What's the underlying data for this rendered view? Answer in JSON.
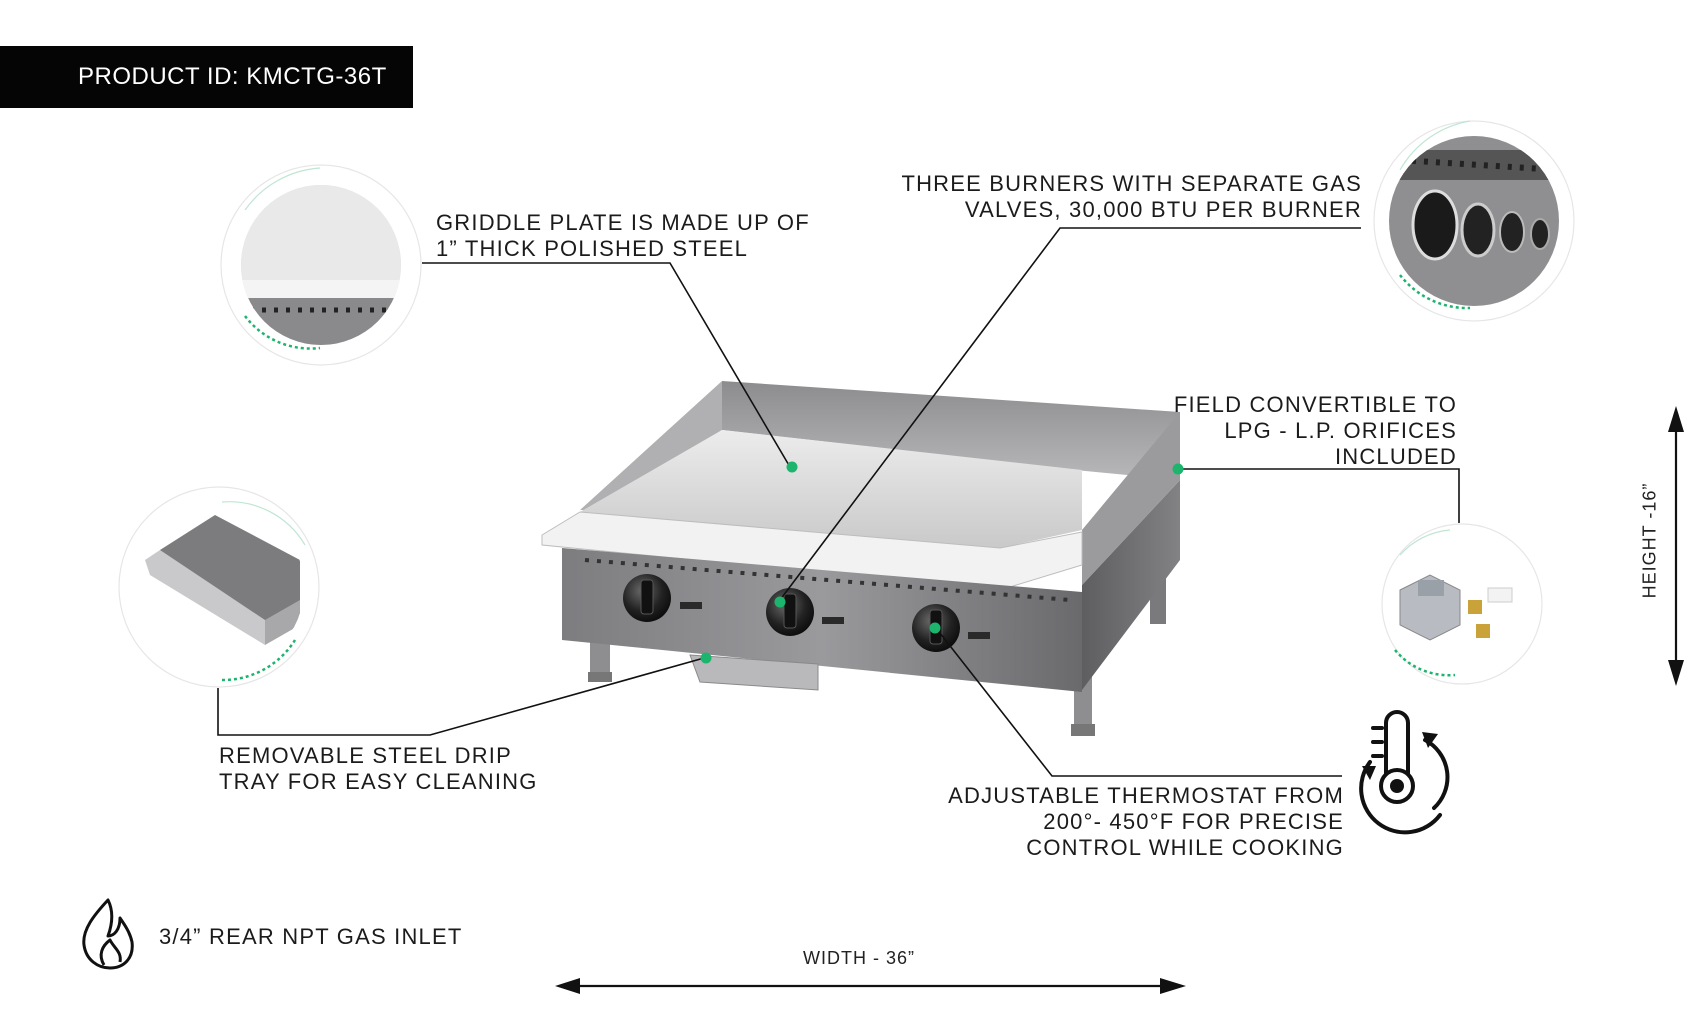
{
  "product_id": "PRODUCT ID: KMCTG-36T",
  "callouts": {
    "griddle_plate": [
      "GRIDDLE PLATE IS MADE UP OF",
      "1” THICK POLISHED STEEL"
    ],
    "burners": [
      "THREE BURNERS WITH SEPARATE GAS",
      "VALVES, 30,000 BTU PER BURNER"
    ],
    "field_convertible": [
      "FIELD CONVERTIBLE TO",
      "LPG  - L.P. ORIFICES",
      "INCLUDED"
    ],
    "drip_tray": [
      "REMOVABLE STEEL DRIP",
      "TRAY FOR EASY CLEANING"
    ],
    "thermostat": [
      "ADJUSTABLE THERMOSTAT FROM",
      "200°- 450°F FOR PRECISE",
      "CONTROL WHILE COOKING"
    ]
  },
  "gas_inlet": "3/4” REAR NPT GAS INLET",
  "dimensions": {
    "width": "WIDTH - 36”",
    "height": "HEIGHT -16”"
  },
  "colors": {
    "accent": "#1db46e",
    "header_bg": "#050505",
    "steel_dark": "#6e6e70",
    "steel_light": "#e3e3e3"
  },
  "icons": [
    "flame-icon",
    "thermostat-icon"
  ]
}
